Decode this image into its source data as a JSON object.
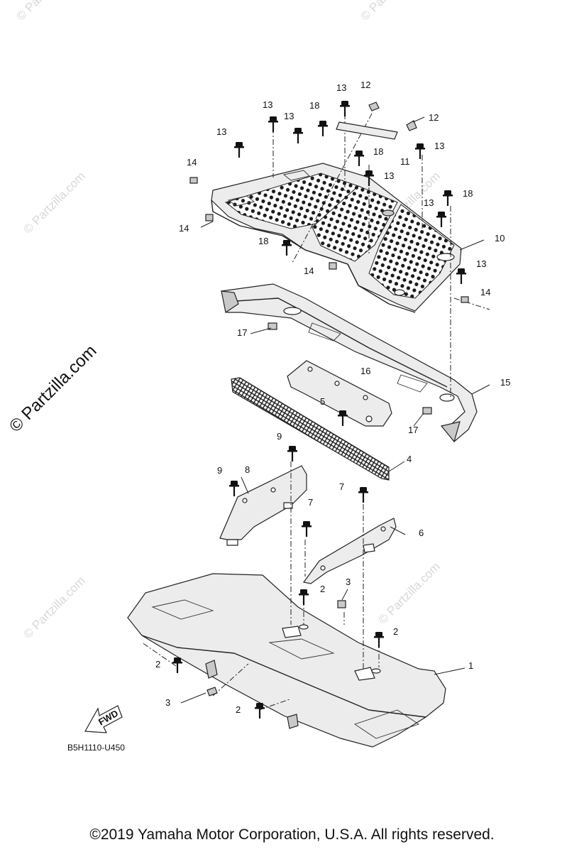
{
  "watermark": {
    "side": "© Partzilla.com",
    "faint": "© Partzilla.com"
  },
  "diagram_code": "B5H1110-U450",
  "fwd_label": "FWD",
  "copyright": "©2019 Yamaha Motor Corporation, U.S.A. All rights reserved.",
  "callouts": {
    "c1": "1",
    "c2a": "2",
    "c2b": "2",
    "c2c": "2",
    "c2d": "2",
    "c3a": "3",
    "c3b": "3",
    "c4": "4",
    "c5": "5",
    "c6": "6",
    "c7a": "7",
    "c7b": "7",
    "c8": "8",
    "c9a": "9",
    "c9b": "9",
    "c10": "10",
    "c11": "11",
    "c12a": "12",
    "c12b": "12",
    "c13a": "13",
    "c13b": "13",
    "c13c": "13",
    "c13d": "13",
    "c13e": "13",
    "c13f": "13",
    "c13g": "13",
    "c13h": "13",
    "c14a": "14",
    "c14b": "14",
    "c14c": "14",
    "c14d": "14",
    "c15": "15",
    "c16": "16",
    "c17a": "17",
    "c17b": "17",
    "c18a": "18",
    "c18b": "18",
    "c18c": "18",
    "c18d": "18"
  }
}
